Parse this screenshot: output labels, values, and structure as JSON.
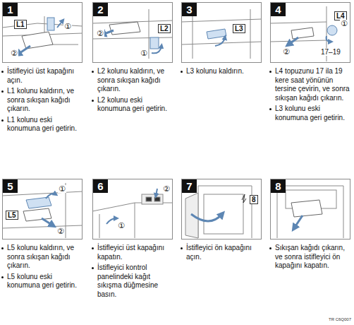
{
  "diagram": {
    "nodes": [
      {
        "text": [
          "1"
        ]
      },
      {
        "text": [
          "2"
        ]
      },
      {
        "text": [
          "3"
        ]
      },
      {
        "text": [
          "4"
        ]
      },
      {
        "text": [
          "5"
        ]
      },
      {
        "text": [
          "6"
        ]
      },
      {
        "text": [
          "7"
        ]
      },
      {
        "text": [
          "8"
        ]
      }
    ],
    "labels": [
      "L1",
      "①",
      "②",
      "İstifleyici üst kapağını açın.",
      "L1 kolunu kaldırın, ve sonra sıkışan kağıdı çıkarın.",
      "L1 kolunu eski konumuna geri getirin.",
      "②",
      "L2",
      "①",
      "L2 kolunu kaldırın, ve sonra sıkışan kağıdı çıkarın.",
      "L2 kolunu eski konumuna geri getirin.",
      "L3",
      "L3 kolunu kaldırın.",
      "L4",
      "①",
      "②",
      "17–19",
      "L4 topuzunu 17 ila 19 kere saat yönünün tersine çevirin, ve sonra sıkışan kağıdı çıkarın.",
      "L3 kolunu eski konumuna geri getirin.",
      "①",
      "L5",
      "②",
      "L5 kolunu kaldırın, ve sonra sıkışan kağıdı çıkarın.",
      "L5 kolunu eski konumuna geri getirin.",
      "②",
      "①",
      "İstifleyici üst kapağını kapatın.",
      "İstifleyici kontrol panelindeki kağıt sıkışma düğmesine basın.",
      "8",
      "İstifleyici ön kapağını açın.",
      "Sıkışan kağıdı çıkarın, ve sonra istifleyici ön kapağını kapatın.",
      "TR C6Q007"
    ]
  }
}
